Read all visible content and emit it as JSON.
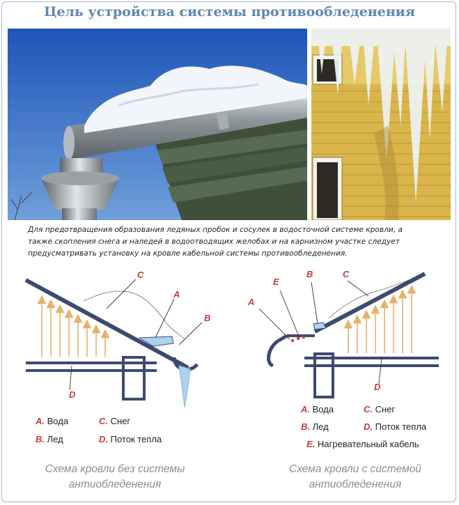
{
  "title": "Цель устройства системы противообледенения",
  "intro": {
    "line1": "Для предотвращения образования ледяных пробок и сосулек в водосточной системе кровли, а",
    "line2": "также скопления снега и наледей в водоотводящих желобах и на карнизном участке следует",
    "line3": "предусматривать установку на кровле кабельной системы противообледенения."
  },
  "diagram_left": {
    "labels": {
      "a": "A",
      "b": "B",
      "c": "C",
      "d": "D"
    },
    "legend": [
      {
        "key": "A.",
        "text": "Вода"
      },
      {
        "key": "C.",
        "text": "Снег"
      },
      {
        "key": "B.",
        "text": "Лед"
      },
      {
        "key": "D.",
        "text": "Поток тепла"
      }
    ],
    "caption_line1": "Схема кровли без системы",
    "caption_line2": "антиобледенения"
  },
  "diagram_right": {
    "labels": {
      "a": "A",
      "b": "B",
      "c": "C",
      "d": "D",
      "e": "E"
    },
    "legend": [
      {
        "key": "A.",
        "text": "Вода"
      },
      {
        "key": "C.",
        "text": "Снег"
      },
      {
        "key": "B.",
        "text": "Лед"
      },
      {
        "key": "D.",
        "text": "Поток тепла"
      },
      {
        "key": "E.",
        "text": "Нагревательный кабель"
      }
    ],
    "caption_line1": "Схема кровли с системой",
    "caption_line2": "антиобледенения"
  },
  "colors": {
    "title": "#5f86b3",
    "label_red": "#c63b3b",
    "roof_navy": "#3d4a70",
    "heat_arrow": "#e8b06a",
    "ice_blue": "#a9d3ef",
    "wall_yellow": "#e9c95a"
  }
}
